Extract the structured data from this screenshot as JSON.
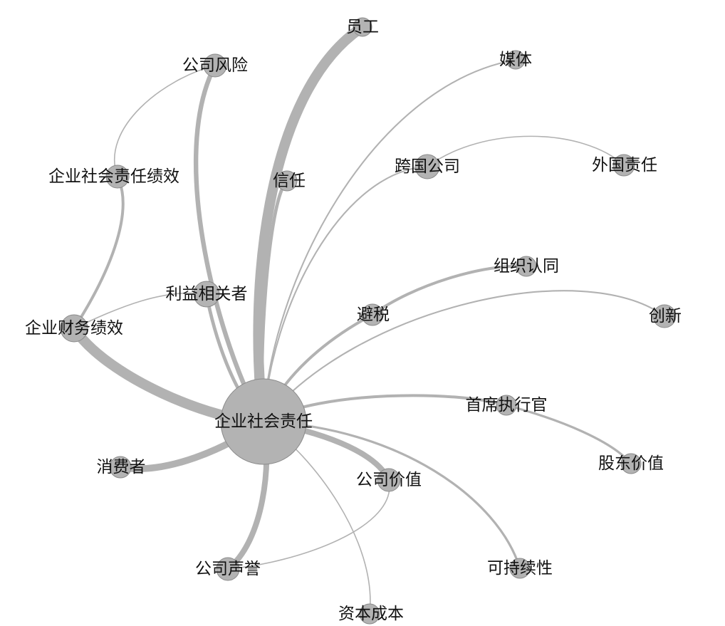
{
  "graph": {
    "colors": {
      "edge": "#b2b2b2",
      "node": "#b3b3b3",
      "node_stroke": "#8a8a8a",
      "label": "#111111"
    },
    "nodes": [
      {
        "id": "csr",
        "label": "企业社会责任"
      },
      {
        "id": "employee",
        "label": "员工"
      },
      {
        "id": "risk",
        "label": "公司风险"
      },
      {
        "id": "media",
        "label": "媒体"
      },
      {
        "id": "csp",
        "label": "企业社会责任绩效"
      },
      {
        "id": "trust",
        "label": "信任"
      },
      {
        "id": "mnc",
        "label": "跨国公司"
      },
      {
        "id": "foreign",
        "label": "外国责任"
      },
      {
        "id": "identity",
        "label": "组织认同"
      },
      {
        "id": "stakeholder",
        "label": "利益相关者"
      },
      {
        "id": "tax",
        "label": "避税"
      },
      {
        "id": "innovation",
        "label": "创新"
      },
      {
        "id": "cfp",
        "label": "企业财务绩效"
      },
      {
        "id": "ceo",
        "label": "首席执行官"
      },
      {
        "id": "shareholder",
        "label": "股东价值"
      },
      {
        "id": "consumer",
        "label": "消费者"
      },
      {
        "id": "value",
        "label": "公司价值"
      },
      {
        "id": "reputation",
        "label": "公司声誉"
      },
      {
        "id": "sustain",
        "label": "可持续性"
      },
      {
        "id": "capital",
        "label": "资本成本"
      }
    ],
    "edges": [
      {
        "source": "csr",
        "target": "employee",
        "weight": 9
      },
      {
        "source": "csr",
        "target": "cfp",
        "weight": 9
      },
      {
        "source": "csr",
        "target": "consumer",
        "weight": 6
      },
      {
        "source": "csr",
        "target": "reputation",
        "weight": 5
      },
      {
        "source": "csr",
        "target": "value",
        "weight": 5
      },
      {
        "source": "csr",
        "target": "risk",
        "weight": 4
      },
      {
        "source": "csr",
        "target": "trust",
        "weight": 3
      },
      {
        "source": "csr",
        "target": "tax",
        "weight": 2.5
      },
      {
        "source": "csr",
        "target": "ceo",
        "weight": 2.5
      },
      {
        "source": "csr",
        "target": "sustain",
        "weight": 2
      },
      {
        "source": "csr",
        "target": "media",
        "weight": 1.3
      },
      {
        "source": "csr",
        "target": "mnc",
        "weight": 1.3
      },
      {
        "source": "csr",
        "target": "innovation",
        "weight": 1.3
      },
      {
        "source": "csr",
        "target": "capital",
        "weight": 1
      },
      {
        "source": "csr",
        "target": "stakeholder",
        "weight": 3
      },
      {
        "source": "tax",
        "target": "identity",
        "weight": 2.5
      },
      {
        "source": "ceo",
        "target": "shareholder",
        "weight": 2
      },
      {
        "source": "mnc",
        "target": "foreign",
        "weight": 1
      },
      {
        "source": "cfp",
        "target": "csp",
        "weight": 2.5
      },
      {
        "source": "csp",
        "target": "risk",
        "weight": 1
      },
      {
        "source": "cfp",
        "target": "stakeholder",
        "weight": 1
      },
      {
        "source": "value",
        "target": "reputation",
        "weight": 1
      }
    ]
  }
}
